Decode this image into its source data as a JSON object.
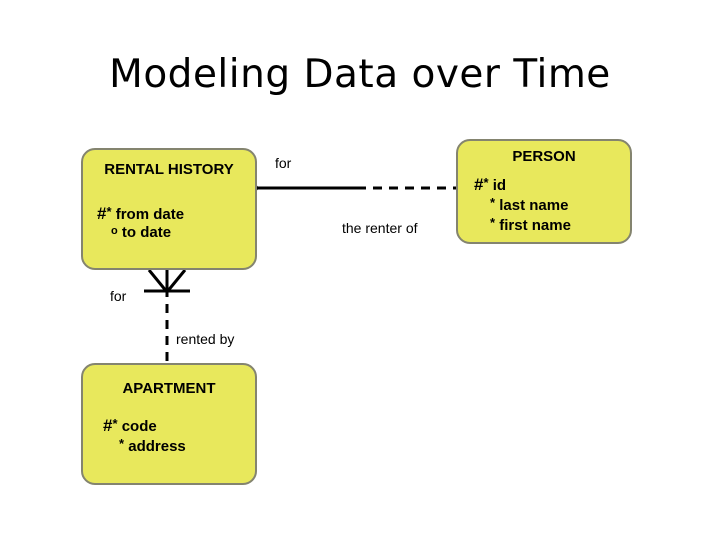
{
  "slide": {
    "title": "Modeling Data over Time",
    "background_color": "#ffffff",
    "entity_fill_color": "#e8e85c",
    "entity_border_color": "#84846f",
    "line_color": "#000000"
  },
  "entities": [
    {
      "id": "rental-history",
      "name": "RENTAL HISTORY",
      "attributes": [
        {
          "markers": "# *",
          "mandatory": true,
          "unique": true,
          "label": "from date"
        },
        {
          "markers": "o",
          "mandatory": false,
          "unique": false,
          "label": "to date"
        }
      ]
    },
    {
      "id": "person",
      "name": "PERSON",
      "attributes": [
        {
          "markers": "# *",
          "mandatory": true,
          "unique": true,
          "label": "id"
        },
        {
          "markers": "*",
          "mandatory": true,
          "unique": false,
          "label": "last name"
        },
        {
          "markers": "*",
          "mandatory": true,
          "unique": false,
          "label": "first name"
        }
      ]
    },
    {
      "id": "apartment",
      "name": "APARTMENT",
      "attributes": [
        {
          "markers": "# *",
          "mandatory": true,
          "unique": true,
          "label": "code"
        },
        {
          "markers": "*",
          "mandatory": true,
          "unique": false,
          "label": "address"
        }
      ]
    }
  ],
  "relationships": [
    {
      "id": "rental-history-person",
      "from": "RENTAL HISTORY",
      "to": "PERSON",
      "label_from": "for",
      "label_to": "the renter of",
      "from_style": "solid-many",
      "to_style": "dashed-one"
    },
    {
      "id": "rental-history-apartment",
      "from": "RENTAL HISTORY",
      "to": "APARTMENT",
      "label_from": "for",
      "label_to": "rented by",
      "from_style": "solid-many",
      "to_style": "dashed-one"
    }
  ],
  "markers": {
    "hash": "#",
    "star": "*",
    "optional": "o"
  }
}
